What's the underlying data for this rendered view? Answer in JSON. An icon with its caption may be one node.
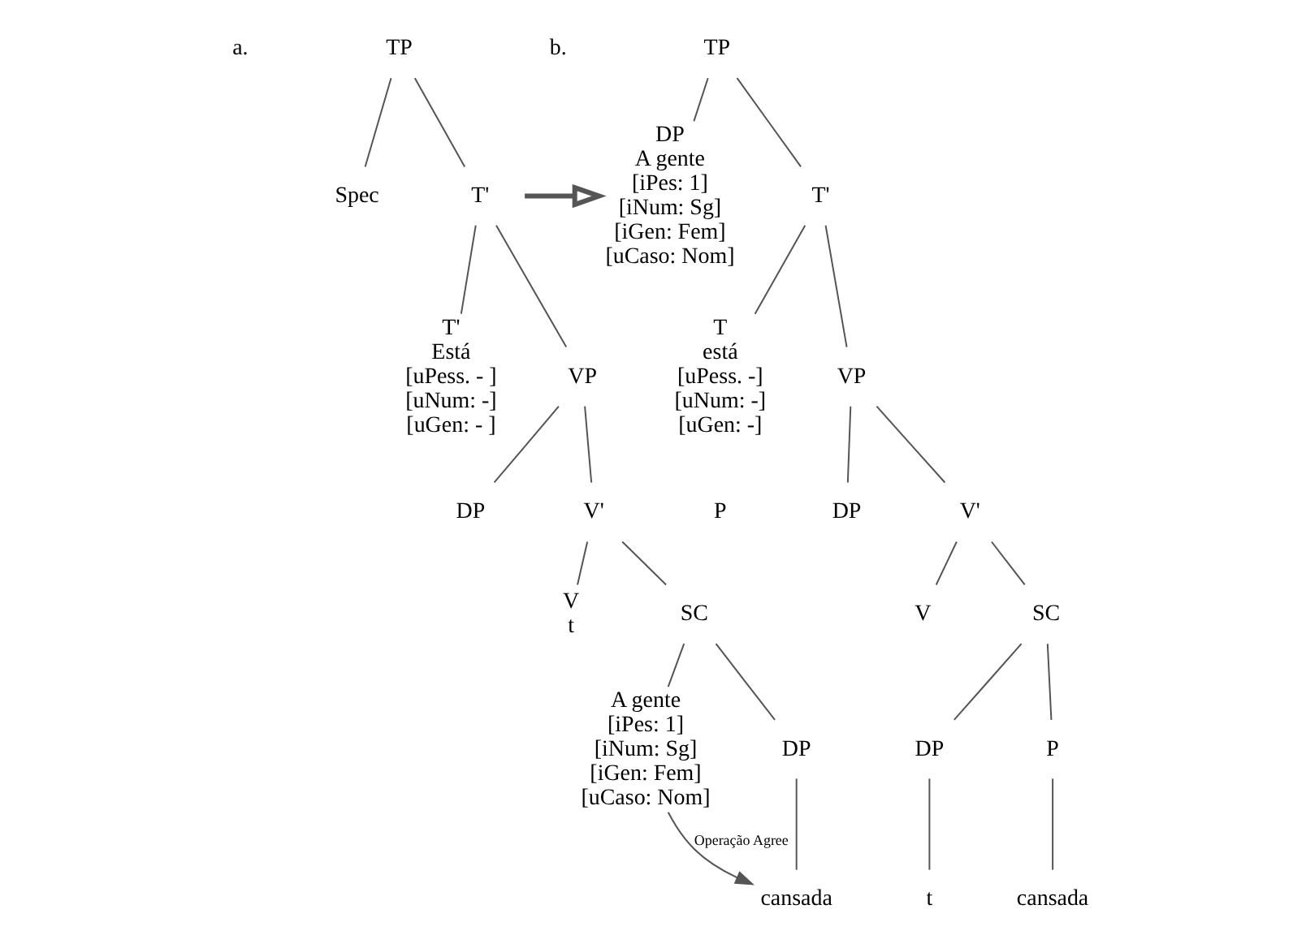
{
  "diagram": {
    "nodes": [
      {
        "text": [
          "TP"
        ]
      },
      {
        "text": [
          "Spec"
        ]
      },
      {
        "text": [
          "T'"
        ]
      },
      {
        "text": [
          "T'",
          "Está",
          "[uPess. - ]",
          "[uNum: -]",
          "[uGen: - ]"
        ]
      },
      {
        "text": [
          "VP"
        ]
      },
      {
        "text": [
          "DP"
        ]
      },
      {
        "text": [
          "V'"
        ]
      },
      {
        "text": [
          "V",
          "t"
        ]
      },
      {
        "text": [
          "SC"
        ]
      },
      {
        "text": [
          "A gente",
          "[iPes: 1]",
          "[iNum: Sg]",
          "[iGen: Fem]",
          "[uCaso: Nom]"
        ]
      },
      {
        "text": [
          "DP"
        ]
      },
      {
        "text": [
          "cansada"
        ]
      },
      {
        "text": [
          "TP"
        ]
      },
      {
        "text": [
          "DP",
          "A gente",
          "[iPes: 1]",
          "[iNum: Sg]",
          "[iGen: Fem]",
          "[uCaso: Nom]"
        ]
      },
      {
        "text": [
          "T'"
        ]
      },
      {
        "text": [
          "T",
          "está",
          "[uPess. -]",
          "[uNum: -]",
          "[uGen: -]"
        ]
      },
      {
        "text": [
          "VP"
        ]
      },
      {
        "text": [
          "DP"
        ]
      },
      {
        "text": [
          "V'"
        ]
      },
      {
        "text": [
          "V"
        ]
      },
      {
        "text": [
          "SC"
        ]
      },
      {
        "text": [
          "DP"
        ]
      },
      {
        "text": [
          "t"
        ]
      },
      {
        "text": [
          "P"
        ]
      },
      {
        "text": [
          "cansada"
        ]
      }
    ],
    "edges": [
      {
        "from": 0,
        "to": 1,
        "arrow": "none"
      },
      {
        "from": 0,
        "to": 2,
        "arrow": "none"
      },
      {
        "from": 2,
        "to": 3,
        "arrow": "none"
      },
      {
        "from": 2,
        "to": 4,
        "arrow": "none"
      },
      {
        "from": 4,
        "to": 5,
        "arrow": "none"
      },
      {
        "from": 4,
        "to": 6,
        "arrow": "none"
      },
      {
        "from": 6,
        "to": 7,
        "arrow": "none"
      },
      {
        "from": 6,
        "to": 8,
        "arrow": "none"
      },
      {
        "from": 8,
        "to": 9,
        "arrow": "none"
      },
      {
        "from": 8,
        "to": 10,
        "arrow": "none"
      },
      {
        "from": 10,
        "to": 11,
        "arrow": "none"
      },
      {
        "from": 9,
        "to": 11,
        "arrow": "to",
        "label": "Operação Agree"
      },
      {
        "from": 2,
        "to": 13,
        "arrow": "to",
        "style": "thick"
      },
      {
        "from": 12,
        "to": 13,
        "arrow": "none"
      },
      {
        "from": 12,
        "to": 14,
        "arrow": "none"
      },
      {
        "from": 14,
        "to": 15,
        "arrow": "none"
      },
      {
        "from": 14,
        "to": 16,
        "arrow": "none"
      },
      {
        "from": 16,
        "to": 17,
        "arrow": "none"
      },
      {
        "from": 16,
        "to": 18,
        "arrow": "none"
      },
      {
        "from": 18,
        "to": 19,
        "arrow": "none"
      },
      {
        "from": 18,
        "to": 20,
        "arrow": "none"
      },
      {
        "from": 20,
        "to": 21,
        "arrow": "none"
      },
      {
        "from": 20,
        "to": 23,
        "arrow": "none"
      },
      {
        "from": 21,
        "to": 22,
        "arrow": "none"
      },
      {
        "from": 23,
        "to": 24,
        "arrow": "none"
      }
    ],
    "labels": [
      "a.",
      "b.",
      "P"
    ]
  }
}
